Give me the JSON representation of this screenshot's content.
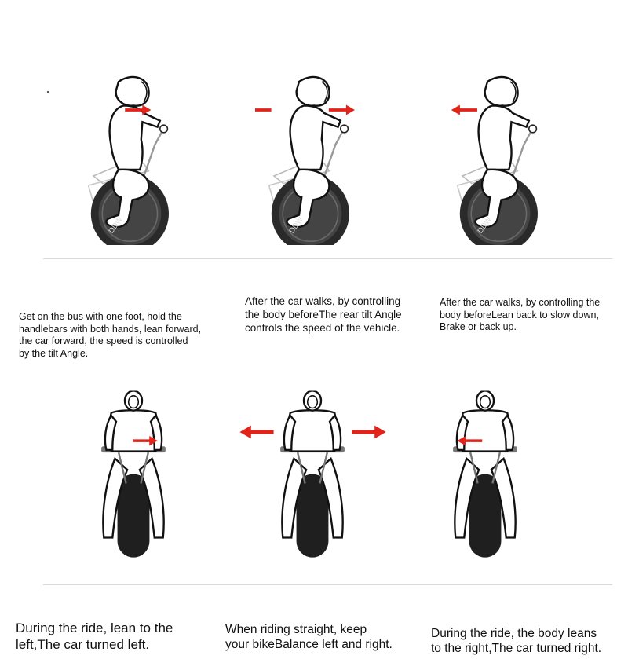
{
  "brand": {
    "wheel_logo": "DDW"
  },
  "colors": {
    "arrow": "#e2231a",
    "tire": "#222222",
    "outline": "#000000"
  },
  "side_views": [
    {
      "arrows": [
        "right"
      ],
      "caption": "Get on the bus with one foot, hold the\nhandlebars with both hands, lean forward,\n the car forward, the speed is controlled\n by the tilt Angle."
    },
    {
      "arrows": [
        "left",
        "right"
      ],
      "caption": "After the car walks, by controlling\n the body beforeThe rear tilt Angle\ncontrols the speed of the vehicle."
    },
    {
      "arrows": [
        "left"
      ],
      "caption": "After the car walks, by controlling the\n body beforeLean back to slow down,\nBrake or back up."
    }
  ],
  "front_views": [
    {
      "arrows": [
        "right"
      ],
      "caption": "During the ride, lean to the\n left,The car turned left."
    },
    {
      "arrows": [
        "left",
        "right"
      ],
      "caption": "When riding straight, keep\n your bikeBalance left and right."
    },
    {
      "arrows": [
        "left"
      ],
      "caption": "During the ride, the body leans\nto the right,The car turned right."
    }
  ]
}
